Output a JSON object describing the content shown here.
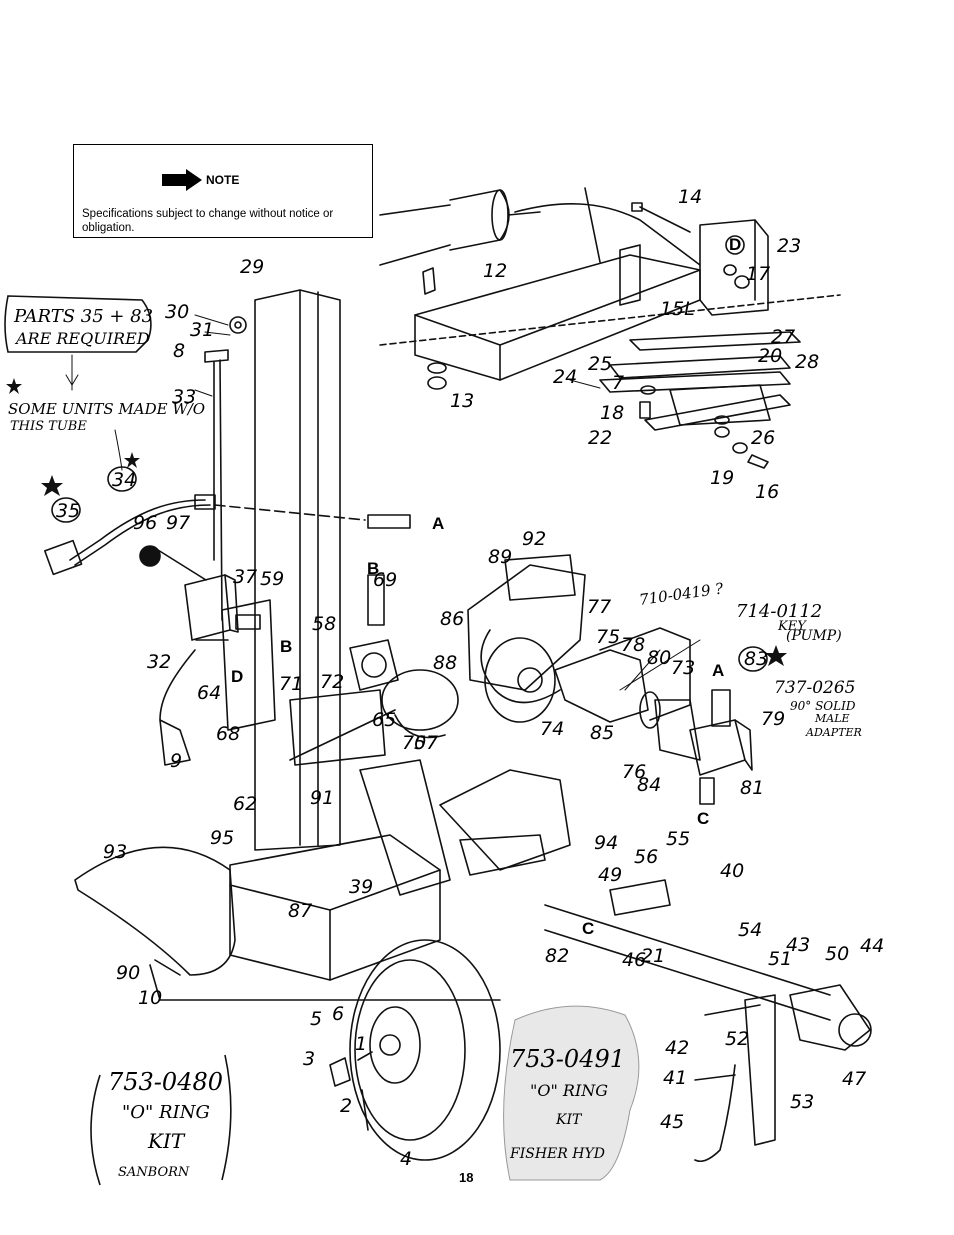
{
  "note": {
    "title": "NOTE",
    "text": "Specifications subject to change without notice or obligation."
  },
  "page_number": "18",
  "handwritten": {
    "parts_required": [
      "PARTS 35 + 83",
      "ARE REQUIRED"
    ],
    "tube_note": [
      "SOME UNITS MADE W/O",
      "THIS TUBE"
    ],
    "part_714_0419": [
      "710-0419 ?"
    ],
    "part_714_0112": [
      "714-0112",
      "KEY",
      "(PUMP)"
    ],
    "part_737_0265": [
      "737-0265",
      "90° SOLID",
      "MALE",
      "ADAPTER"
    ],
    "kit_sanborn": [
      "753-0480",
      "\"O\" RING",
      "KIT",
      "SANBORN"
    ],
    "kit_fisher": [
      "753-0491",
      "\"O\" RING",
      "KIT",
      "FISHER HYD"
    ]
  },
  "connector_letters": [
    "A",
    "B",
    "C",
    "D"
  ],
  "callouts": [
    "1",
    "2",
    "3",
    "4",
    "5",
    "6",
    "7",
    "8",
    "9",
    "10",
    "12",
    "13",
    "14",
    "15L",
    "16",
    "17",
    "18",
    "19",
    "20",
    "21",
    "22",
    "23",
    "24",
    "25",
    "26",
    "27",
    "28",
    "29",
    "30",
    "31",
    "32",
    "33",
    "34",
    "35",
    "37",
    "39",
    "40",
    "41",
    "42",
    "43",
    "44",
    "45",
    "46",
    "47",
    "49",
    "50",
    "51",
    "52",
    "53",
    "54",
    "55",
    "56",
    "57",
    "58",
    "59",
    "62",
    "64",
    "65",
    "68",
    "69",
    "70",
    "71",
    "72",
    "73",
    "74",
    "75",
    "76",
    "77",
    "78",
    "79",
    "80",
    "81",
    "82",
    "83",
    "84",
    "85",
    "86",
    "87",
    "88",
    "89",
    "90",
    "91",
    "92",
    "93",
    "94",
    "95",
    "96",
    "97"
  ]
}
